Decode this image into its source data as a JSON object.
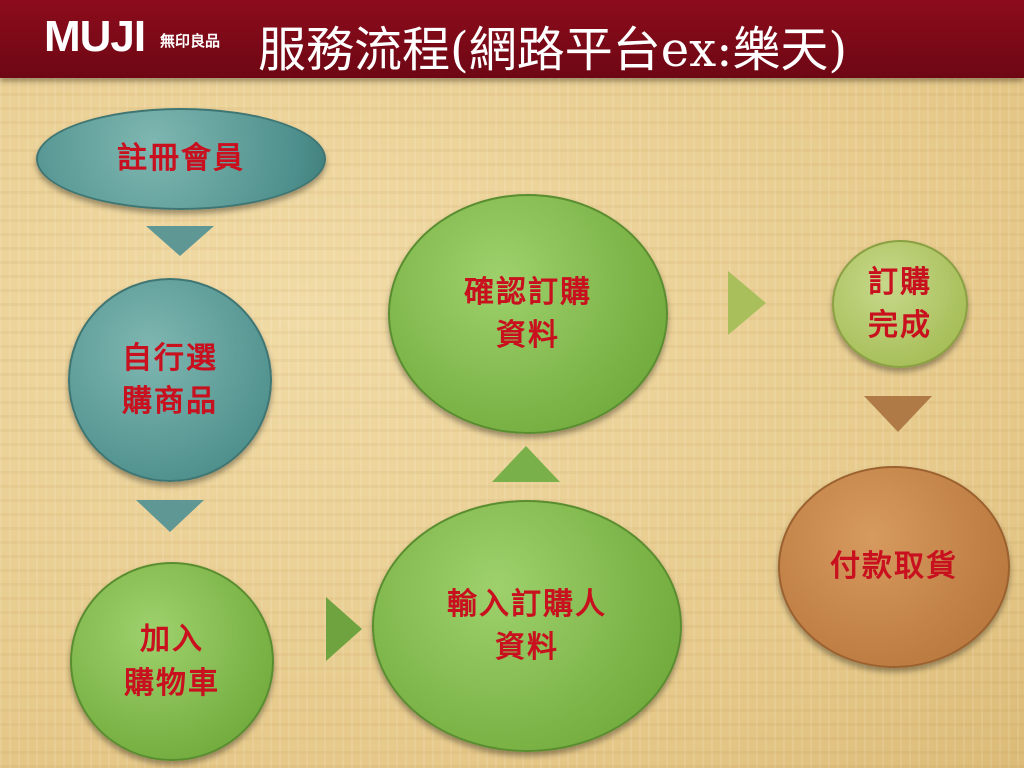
{
  "header": {
    "logo": "MUJI",
    "logo_sub": "無印良品",
    "title": "服務流程(網路平台ex:樂天)"
  },
  "nodes": {
    "register": "註冊會員",
    "select": "自行選\n購商品",
    "cart": "加入\n購物車",
    "input": "輸入訂購人\n資料",
    "confirm": "確認訂購\n資料",
    "complete": "訂購\n完成",
    "pay": "付款取貨"
  },
  "colors": {
    "header_bg": "#7d0a18",
    "node_text": "#c8101e",
    "teal": "#4d8f8c",
    "green": "#72ab3d",
    "lime": "#a5bd56",
    "brown": "#b9783e"
  }
}
